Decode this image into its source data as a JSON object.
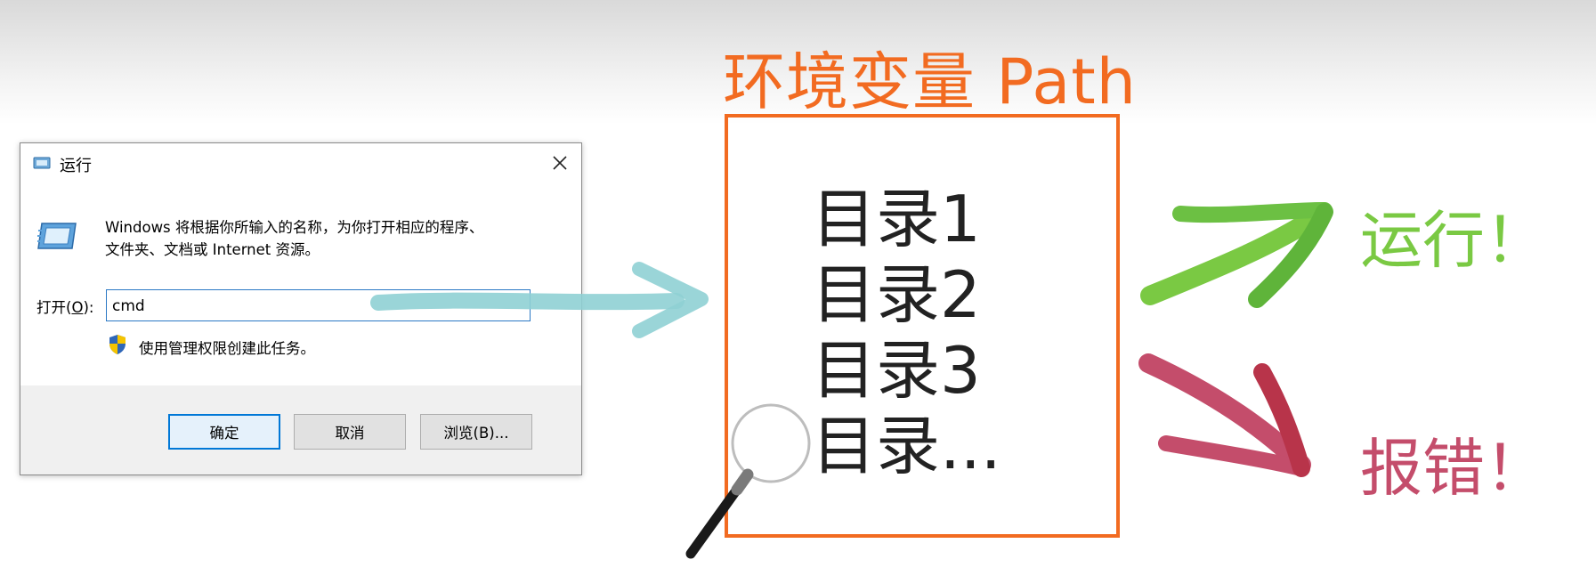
{
  "run_dialog": {
    "title": "运行",
    "description_line1": "Windows 将根据你所输入的名称，为你打开相应的程序、",
    "description_line2": "文件夹、文档或 Internet 资源。",
    "open_label_prefix": "打开(",
    "open_label_key": "O",
    "open_label_suffix": "):",
    "input_value": "cmd",
    "admin_note": "使用管理权限创建此任务。",
    "buttons": {
      "ok": "确定",
      "cancel": "取消",
      "browse": "浏览(B)..."
    }
  },
  "diagram": {
    "title": "环境变量 Path",
    "directories": [
      "目录1",
      "目录2",
      "目录3",
      "目录..."
    ],
    "result_success": "运行！",
    "result_error": "报错！"
  },
  "colors": {
    "accent_orange": "#f26b21",
    "arrow_teal": "#8fd0d4",
    "arrow_green": "#7ac943",
    "arrow_red": "#c44d6b"
  }
}
